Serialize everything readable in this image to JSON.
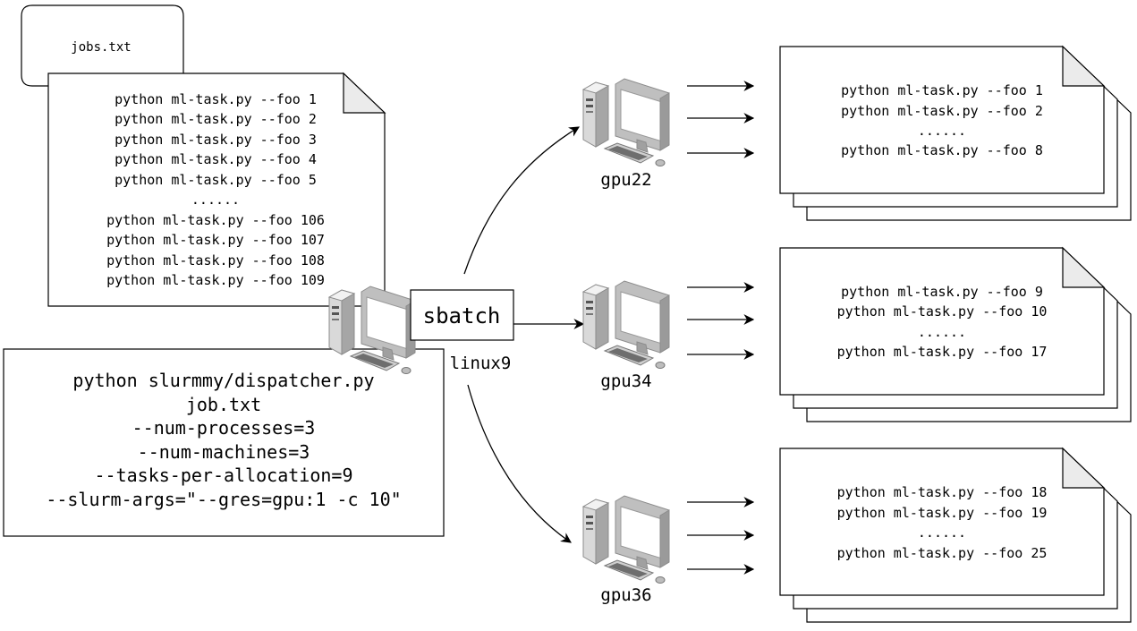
{
  "jobs_file": {
    "label": "jobs.txt",
    "lines": [
      "python ml-task.py --foo 1",
      "python ml-task.py --foo 2",
      "python ml-task.py --foo 3",
      "python ml-task.py --foo 4",
      "python ml-task.py --foo 5",
      "......",
      "python ml-task.py --foo 106",
      "python ml-task.py --foo 107",
      "python ml-task.py --foo 108",
      "python ml-task.py --foo 109"
    ]
  },
  "command": {
    "lines": [
      "python slurmmy/dispatcher.py",
      "job.txt",
      "--num-processes=3",
      "--num-machines=3",
      "--tasks-per-allocation=9",
      "--slurm-args=\"--gres=gpu:1 -c 10\""
    ]
  },
  "login_node": {
    "name": "linux9",
    "submit_label": "sbatch"
  },
  "machines": [
    {
      "name": "gpu22",
      "task_lines": [
        "python ml-task.py --foo 1",
        "python ml-task.py --foo 2",
        "......",
        "python ml-task.py --foo 8"
      ]
    },
    {
      "name": "gpu34",
      "task_lines": [
        "python ml-task.py --foo 9",
        "python ml-task.py --foo 10",
        "......",
        "python ml-task.py --foo 17"
      ]
    },
    {
      "name": "gpu36",
      "task_lines": [
        "python ml-task.py --foo 18",
        "python ml-task.py --foo 19",
        "......",
        "python ml-task.py --foo 25"
      ]
    }
  ]
}
